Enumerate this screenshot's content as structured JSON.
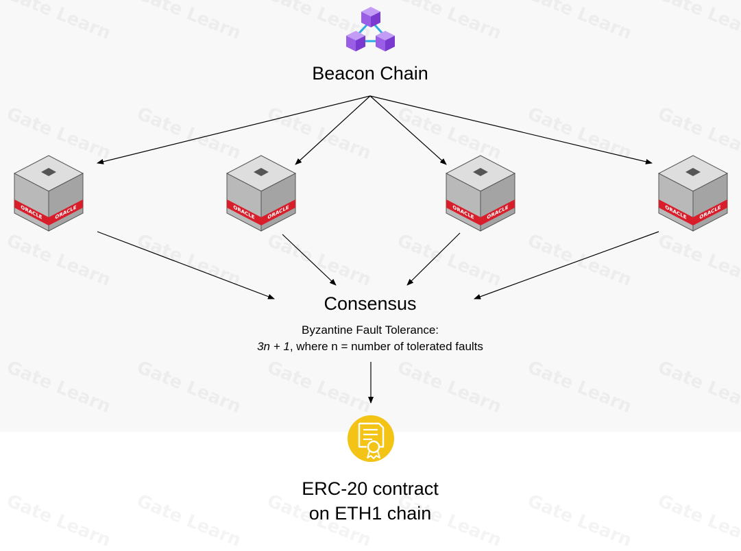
{
  "diagram": {
    "beacon_chain": {
      "label": "Beacon Chain"
    },
    "oracle_nodes": [
      {
        "brand": "ORACLE"
      },
      {
        "brand": "ORACLE"
      },
      {
        "brand": "ORACLE"
      },
      {
        "brand": "ORACLE"
      }
    ],
    "consensus": {
      "label": "Consensus",
      "caption_line1": "Byzantine Fault Tolerance:",
      "formula": "3n + 1",
      "caption_rest": ", where n = number of tolerated faults"
    },
    "contract": {
      "label_line1": "ERC-20 contract",
      "label_line2": "on ETH1 chain"
    },
    "watermark": "Gate Learn",
    "colors": {
      "chain_cubes": "#8b4fe0",
      "chain_link": "#2fa8e0",
      "server_red": "#d81e2a",
      "contract_gold": "#f3c316"
    }
  }
}
